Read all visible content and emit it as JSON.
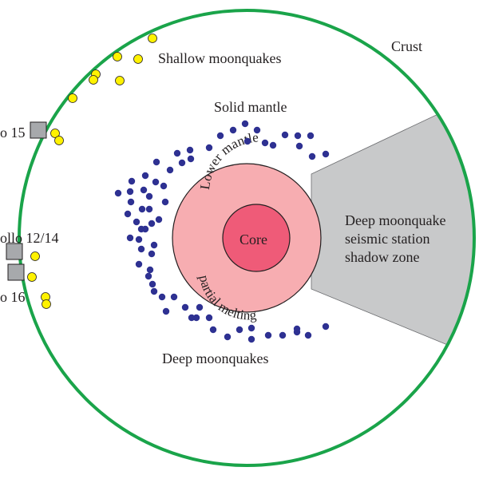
{
  "labels": {
    "crust": "Crust",
    "shallow_moonquakes": "Shallow moonquakes",
    "solid_mantle": "Solid mantle",
    "lower_mantle": "Lower mantle",
    "core": "Core",
    "partial_melting": "partial melting",
    "shadow_zone_line1": "Deep moonquake",
    "shadow_zone_line2": "seismic station",
    "shadow_zone_line3": "shadow zone",
    "deep_moonquakes": "Deep moonquakes",
    "station_15": "o 15",
    "station_12_14": "ollo 12/14",
    "station_16": "o 16"
  },
  "colors": {
    "crust": "#1aa44a",
    "lower_mantle": "#f7adb1",
    "core": "#ef5b78",
    "shadow_zone": "#c8c9ca",
    "shallow_quake": "#fff200",
    "deep_quake": "#2e3192",
    "station": "#a7a9ac"
  },
  "icons": {
    "shallow_quake": "yellow-dot-icon",
    "deep_quake": "blue-dot-icon",
    "station": "seismometer-square-icon"
  }
}
